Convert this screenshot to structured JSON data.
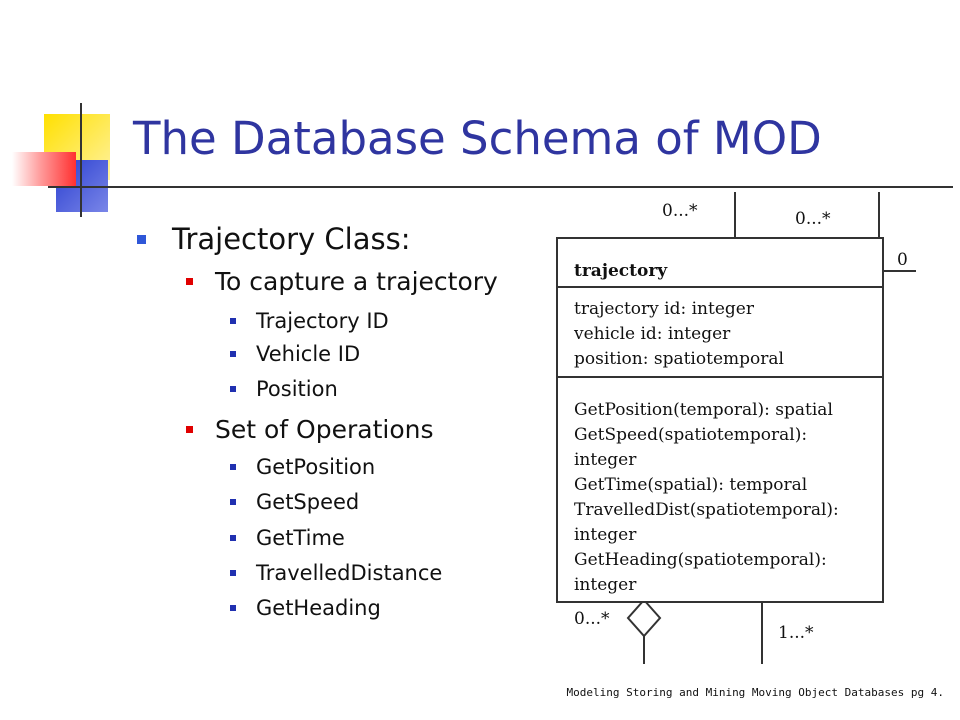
{
  "slide": {
    "title": "The Database Schema of MOD",
    "bullets": [
      {
        "text": "Trajectory Class:"
      },
      {
        "text": "To capture a trajectory"
      },
      {
        "text": "Trajectory ID"
      },
      {
        "text": "Vehicle ID"
      },
      {
        "text": "Position"
      },
      {
        "text": "Set of Operations"
      },
      {
        "text": "GetPosition"
      },
      {
        "text": "GetSpeed"
      },
      {
        "text": "GetTime"
      },
      {
        "text": "TravelledDistance"
      },
      {
        "text": "GetHeading"
      }
    ],
    "footer": "Modeling Storing and Mining Moving Object Databases pg 4."
  },
  "uml": {
    "class_name": "trajectory",
    "attributes": [
      "trajectory id: integer",
      "vehicle id: integer",
      "position: spatiotemporal"
    ],
    "operations": [
      "GetPosition(temporal): spatial",
      "GetSpeed(spatiotemporal):",
      "integer",
      "GetTime(spatial): temporal",
      "TravelledDist(spatiotemporal):",
      "integer",
      "GetHeading(spatiotemporal):",
      "integer"
    ],
    "multiplicities": {
      "top_left": "0...*",
      "top_right": "0...*",
      "right": "0",
      "bottom_left": "0...*",
      "bottom_right": "1...*"
    }
  },
  "colors": {
    "title": "#2f35a0",
    "bullet_level1": "#2f57d8",
    "bullet_level2": "#e00000",
    "bullet_level3": "#2030b0"
  }
}
